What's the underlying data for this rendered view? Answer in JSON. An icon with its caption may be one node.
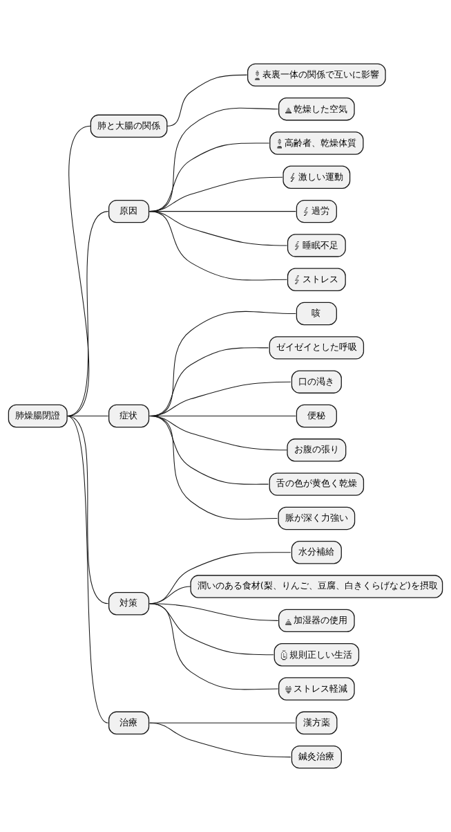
{
  "diagram": {
    "nodes": [
      {
        "text": [
          "肺燥腸閉證"
        ]
      },
      {
        "text": [
          "肺と大腸の関係"
        ]
      },
      {
        "text": [
          "表裏一体の関係で互いに影響"
        ]
      },
      {
        "text": [
          "原因"
        ]
      },
      {
        "text": [
          "乾燥した空気"
        ]
      },
      {
        "text": [
          "高齢者、乾燥体質"
        ]
      },
      {
        "text": [
          "激しい運動"
        ]
      },
      {
        "text": [
          "過労"
        ]
      },
      {
        "text": [
          "睡眠不足"
        ]
      },
      {
        "text": [
          "ストレス"
        ]
      },
      {
        "text": [
          "症状"
        ]
      },
      {
        "text": [
          "咳"
        ]
      },
      {
        "text": [
          "ゼイゼイとした呼吸"
        ]
      },
      {
        "text": [
          "口の渇き"
        ]
      },
      {
        "text": [
          "便秘"
        ]
      },
      {
        "text": [
          "お腹の張り"
        ]
      },
      {
        "text": [
          "舌の色が黄色く乾燥"
        ]
      },
      {
        "text": [
          "脈が深く力強い"
        ]
      },
      {
        "text": [
          "対策"
        ]
      },
      {
        "text": [
          "水分補給"
        ]
      },
      {
        "text": [
          "潤いのある食材(梨、りんご、豆腐、白きくらげなど)を摂取"
        ]
      },
      {
        "text": [
          "加湿器の使用"
        ]
      },
      {
        "text": [
          "規則正しい生活"
        ]
      },
      {
        "text": [
          "ストレス軽減"
        ]
      },
      {
        "text": [
          "治療"
        ]
      },
      {
        "text": [
          "漢方薬"
        ]
      },
      {
        "text": [
          "鍼灸治療"
        ]
      }
    ],
    "edges": [
      {
        "from": 0,
        "to": 1,
        "arrow": "none"
      },
      {
        "from": 1,
        "to": 2,
        "arrow": "none"
      },
      {
        "from": 0,
        "to": 3,
        "arrow": "none"
      },
      {
        "from": 3,
        "to": 4,
        "arrow": "none"
      },
      {
        "from": 3,
        "to": 5,
        "arrow": "none"
      },
      {
        "from": 3,
        "to": 6,
        "arrow": "none"
      },
      {
        "from": 3,
        "to": 7,
        "arrow": "none"
      },
      {
        "from": 3,
        "to": 8,
        "arrow": "none"
      },
      {
        "from": 3,
        "to": 9,
        "arrow": "none"
      },
      {
        "from": 0,
        "to": 10,
        "arrow": "none"
      },
      {
        "from": 10,
        "to": 11,
        "arrow": "none"
      },
      {
        "from": 10,
        "to": 12,
        "arrow": "none"
      },
      {
        "from": 10,
        "to": 13,
        "arrow": "none"
      },
      {
        "from": 10,
        "to": 14,
        "arrow": "none"
      },
      {
        "from": 10,
        "to": 15,
        "arrow": "none"
      },
      {
        "from": 10,
        "to": 16,
        "arrow": "none"
      },
      {
        "from": 10,
        "to": 17,
        "arrow": "none"
      },
      {
        "from": 0,
        "to": 18,
        "arrow": "none"
      },
      {
        "from": 18,
        "to": 19,
        "arrow": "none"
      },
      {
        "from": 18,
        "to": 20,
        "arrow": "none"
      },
      {
        "from": 18,
        "to": 21,
        "arrow": "none"
      },
      {
        "from": 18,
        "to": 22,
        "arrow": "none"
      },
      {
        "from": 18,
        "to": 23,
        "arrow": "none"
      },
      {
        "from": 0,
        "to": 24,
        "arrow": "none"
      },
      {
        "from": 24,
        "to": 25,
        "arrow": "none"
      },
      {
        "from": 24,
        "to": 26,
        "arrow": "none"
      }
    ]
  }
}
